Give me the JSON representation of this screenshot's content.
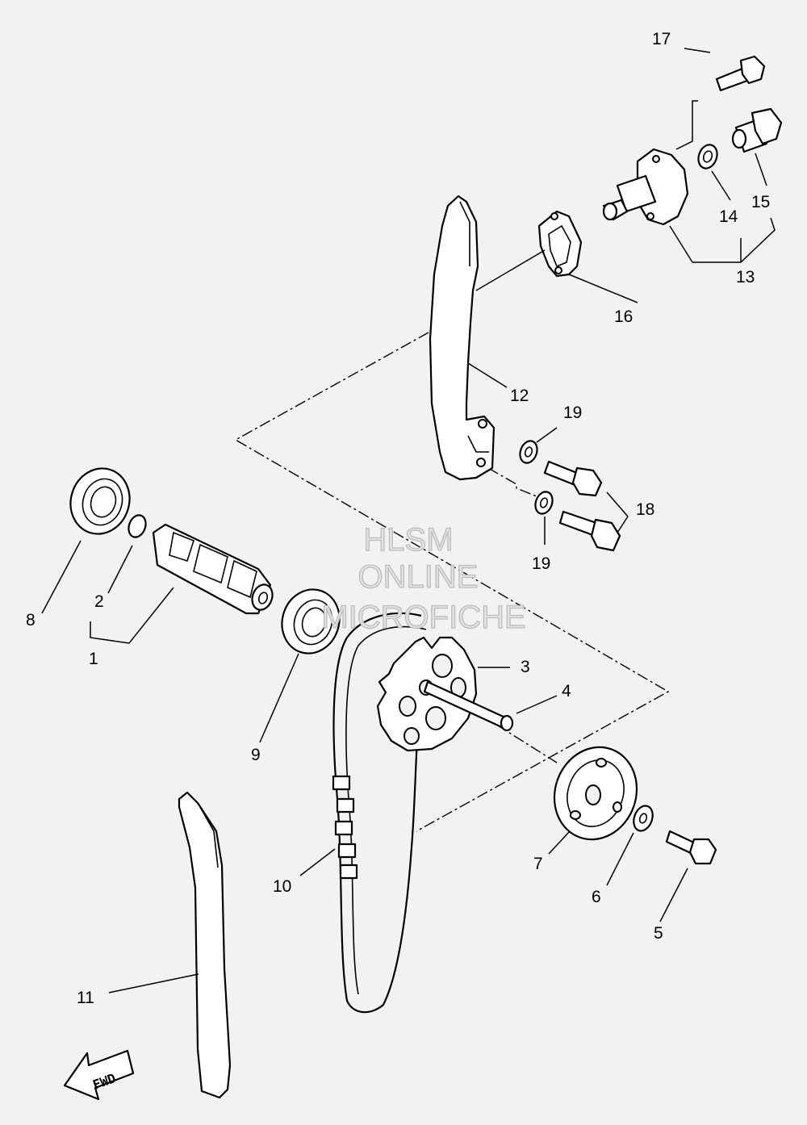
{
  "watermark": {
    "line1": "HLSM",
    "line2": "ONLINE",
    "line3": "MICROFICHE"
  },
  "direction_badge": "FWD",
  "callouts": [
    "1",
    "2",
    "3",
    "4",
    "5",
    "6",
    "7",
    "8",
    "9",
    "10",
    "11",
    "12",
    "13",
    "14",
    "15",
    "16",
    "17",
    "18",
    "19",
    "19"
  ]
}
